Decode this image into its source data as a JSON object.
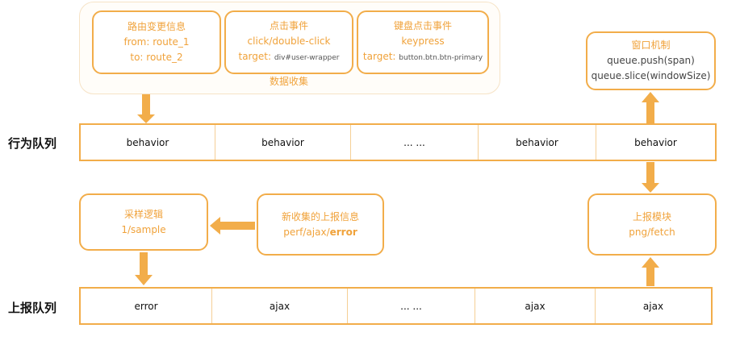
{
  "collect": {
    "group_label": "数据收集",
    "route": {
      "title": "路由变更信息",
      "line1": "from: route_1",
      "line2": "to: route_2"
    },
    "click": {
      "title": "点击事件",
      "line1": "click/double-click",
      "target_label": "target:",
      "target_value": "div#user-wrapper"
    },
    "key": {
      "title": "键盘点击事件",
      "line1": "keypress",
      "target_label": "target:",
      "target_value": "button.btn.btn-primary"
    }
  },
  "window": {
    "title": "窗口机制",
    "line1": "queue.push(span)",
    "line2": "queue.slice(windowSize)"
  },
  "behavior_queue": {
    "label": "行为队列",
    "cells": [
      "behavior",
      "behavior",
      "... ...",
      "behavior",
      "behavior"
    ]
  },
  "sample": {
    "title": "采样逻辑",
    "line1": "1/sample"
  },
  "new_info": {
    "title": "新收集的上报信息",
    "line1_prefix": "perf/ajax/",
    "line1_bold": "error"
  },
  "report_module": {
    "title": "上报模块",
    "line1": "png/fetch"
  },
  "report_queue": {
    "label": "上报队列",
    "cells": [
      "error",
      "ajax",
      "... ...",
      "ajax",
      "ajax"
    ]
  },
  "colors": {
    "accent": "#f0a23a",
    "border": "#f2ad4a"
  }
}
